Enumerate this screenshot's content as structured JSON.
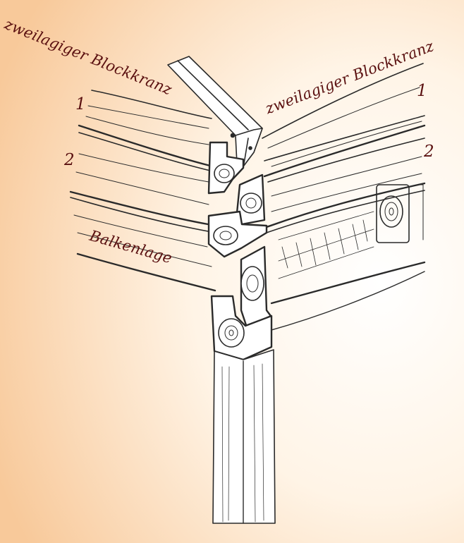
{
  "labels": {
    "left_kranz": "zweilagiger Blockkranz",
    "right_kranz": "zweilagiger Blockkranz",
    "left_layer_1": "1",
    "left_layer_2": "2",
    "right_layer_1": "1",
    "right_layer_2": "2",
    "beam_layer": "Balkenlage"
  },
  "colors": {
    "background_warm": "#f8c99a",
    "background_light": "#ffffff",
    "label_text": "#5a1010",
    "ink": "#2a2a2a"
  }
}
